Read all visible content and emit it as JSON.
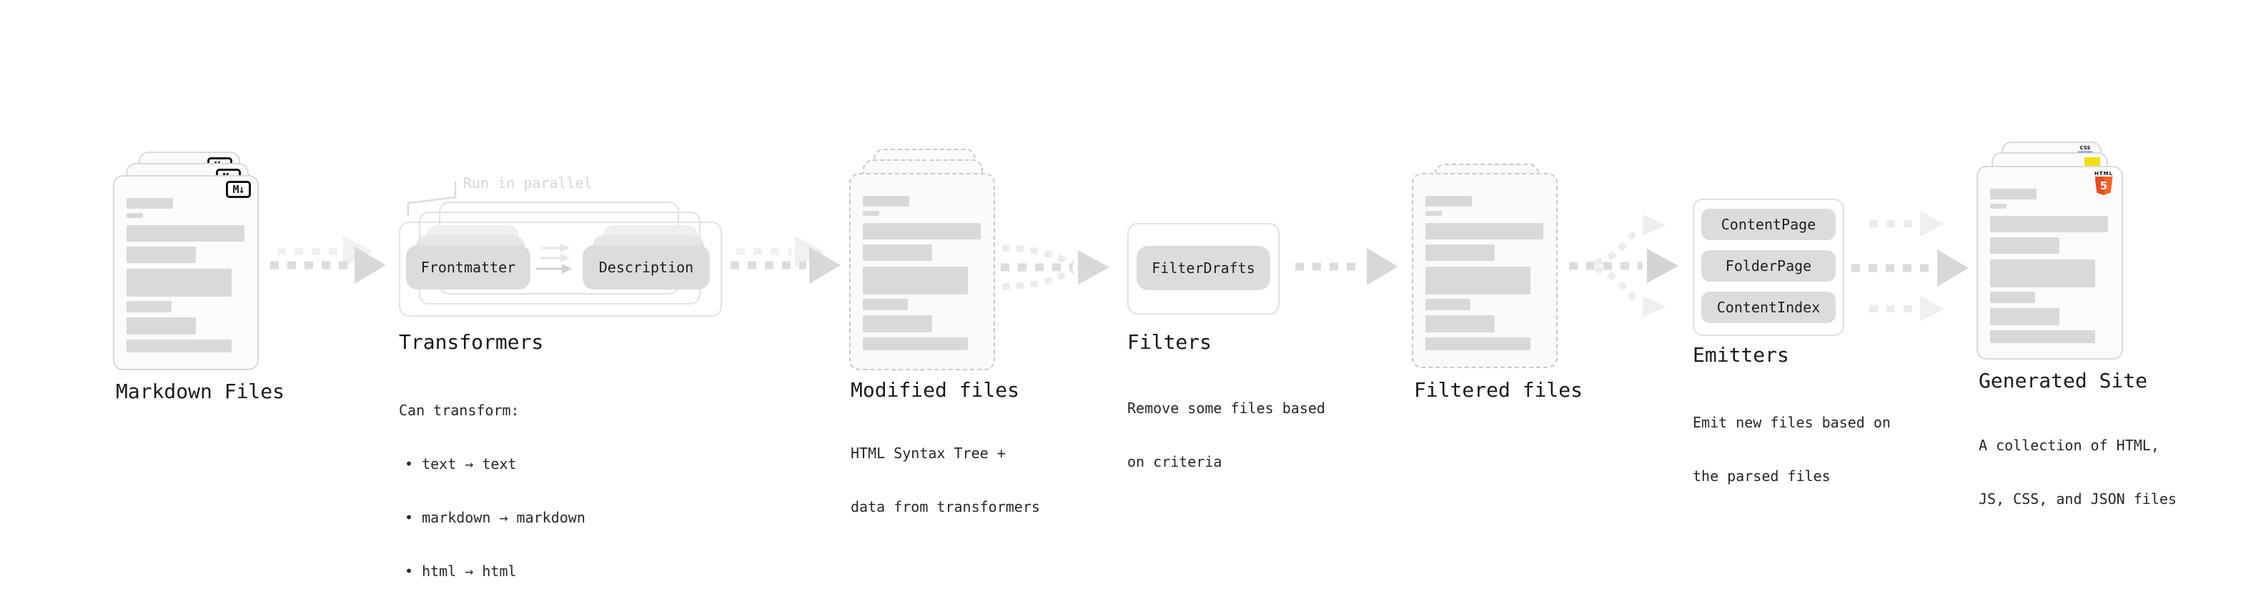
{
  "stages": {
    "markdown_files": {
      "label": "Markdown Files",
      "badge": "M↓"
    },
    "transformers": {
      "title": "Transformers",
      "annotation": "Run in parallel",
      "pill_frontmatter": "Frontmatter",
      "pill_description": "Description",
      "caption_line1": "Can transform:",
      "caption_line2": "• text → text",
      "caption_line3": "• markdown → markdown",
      "caption_line4": "• html → html"
    },
    "modified_files": {
      "title": "Modified files",
      "caption_line1": "HTML Syntax Tree +",
      "caption_line2": "data from transformers"
    },
    "filters": {
      "title": "Filters",
      "pill_filterdrafts": "FilterDrafts",
      "caption_line1": "Remove some files based",
      "caption_line2": "on criteria"
    },
    "filtered_files": {
      "title": "Filtered files"
    },
    "emitters": {
      "title": "Emitters",
      "pill_contentpage": "ContentPage",
      "pill_folderpage": "FolderPage",
      "pill_contentindex": "ContentIndex",
      "caption_line1": "Emit new files based on",
      "caption_line2": "the parsed files"
    },
    "generated_site": {
      "title": "Generated Site",
      "caption_line1": "A collection of HTML,",
      "caption_line2": "JS, CSS, and JSON files",
      "badge_html_label": "HTML",
      "badge_html_number": "5",
      "badge_css": "CSS"
    }
  },
  "colors": {
    "background": "#ffffff",
    "sheet_fill": "#fbfbfb",
    "sheet_border": "#d9d9d9",
    "dashed_border": "#c9c9c9",
    "bar_fill": "#d9d9d9",
    "pill_fill": "#dcdcdc",
    "arrow_main": "#dcdcdc",
    "arrow_ghost": "#efefef",
    "text": "#1a1a1a",
    "annotation_text": "#d6d6d6",
    "html5_orange": "#e44d26",
    "js_yellow": "#f5de19",
    "css_blue": "#2d61e5"
  }
}
